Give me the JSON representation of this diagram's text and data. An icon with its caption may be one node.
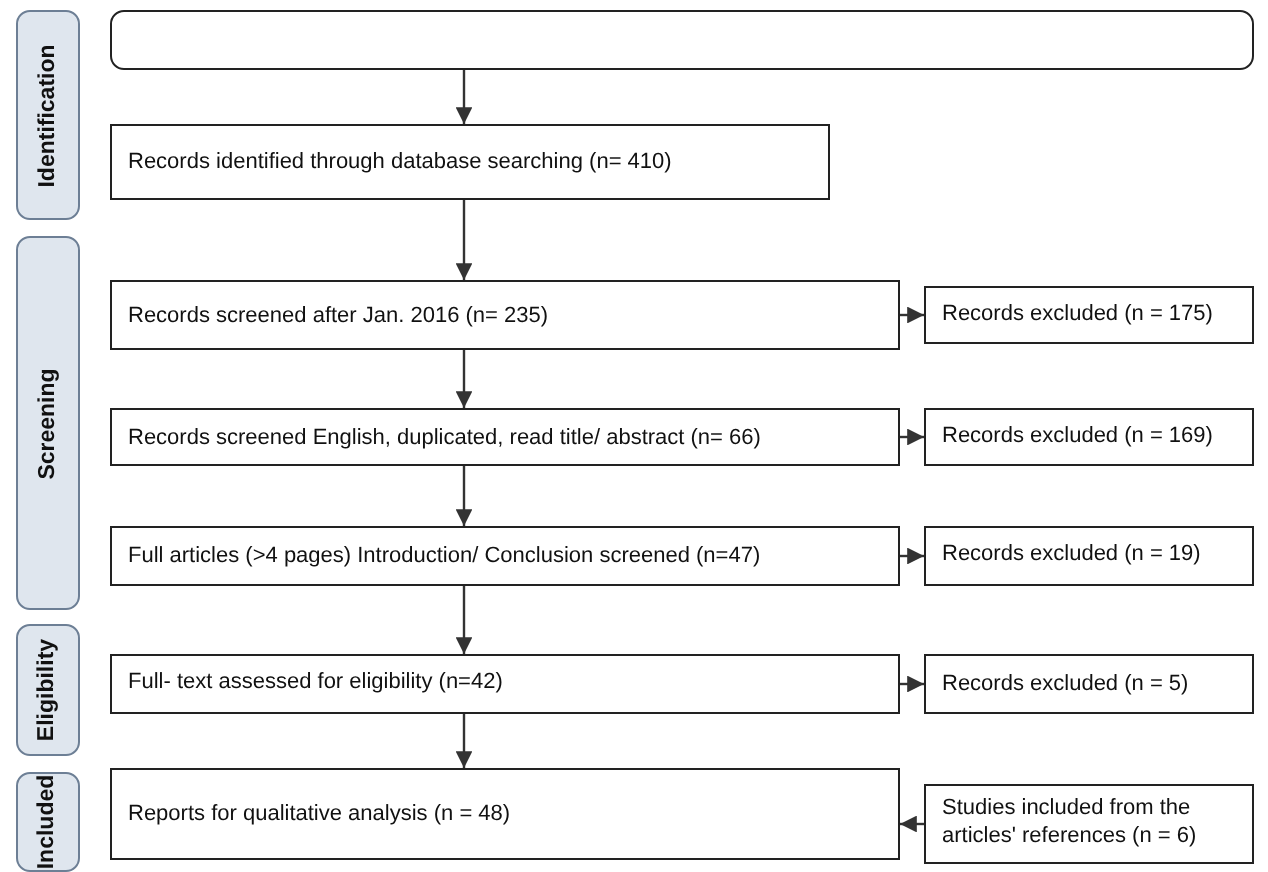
{
  "diagram": {
    "nodes": [
      {
        "text": [
          "Identification"
        ]
      },
      {
        "text": [],
        "shape": "box"
      },
      {
        "text": [
          "Records identified through database searching (n= 410)"
        ]
      },
      {
        "text": [
          "Screening"
        ]
      },
      {
        "text": [
          "Records screened after Jan. 2016 (n= 235)"
        ]
      },
      {
        "text": [
          "Records excluded (n = 175)"
        ]
      },
      {
        "text": [
          "Records screened English, duplicated, read title/ abstract (n= 66)"
        ]
      },
      {
        "text": [
          "Records excluded (n = 169)"
        ]
      },
      {
        "text": [
          "Full articles (>4 pages) Introduction/ Conclusion screened (n=47)"
        ]
      },
      {
        "text": [
          "Records excluded (n = 19)"
        ]
      },
      {
        "text": [
          "Eligibility"
        ]
      },
      {
        "text": [
          "Full- text assessed for eligibility (n=42)"
        ]
      },
      {
        "text": [
          "Records excluded (n = 5)"
        ]
      },
      {
        "text": [
          "Included"
        ]
      },
      {
        "text": [
          "Reports for qualitative analysis (n = 48)"
        ]
      },
      {
        "text": [
          "Studies included from the articles' references (n = 6)"
        ]
      }
    ],
    "edges": [
      {
        "from": 1,
        "to": 2,
        "arrow": "to"
      },
      {
        "from": 2,
        "to": 4,
        "arrow": "to"
      },
      {
        "from": 4,
        "to": 5,
        "arrow": "to"
      },
      {
        "from": 4,
        "to": 6,
        "arrow": "to"
      },
      {
        "from": 6,
        "to": 7,
        "arrow": "to"
      },
      {
        "from": 6,
        "to": 8,
        "arrow": "to"
      },
      {
        "from": 8,
        "to": 9,
        "arrow": "to"
      },
      {
        "from": 8,
        "to": 11,
        "arrow": "to"
      },
      {
        "from": 11,
        "to": 12,
        "arrow": "to"
      },
      {
        "from": 11,
        "to": 14,
        "arrow": "to"
      },
      {
        "from": 15,
        "to": 14,
        "arrow": "to"
      }
    ]
  }
}
